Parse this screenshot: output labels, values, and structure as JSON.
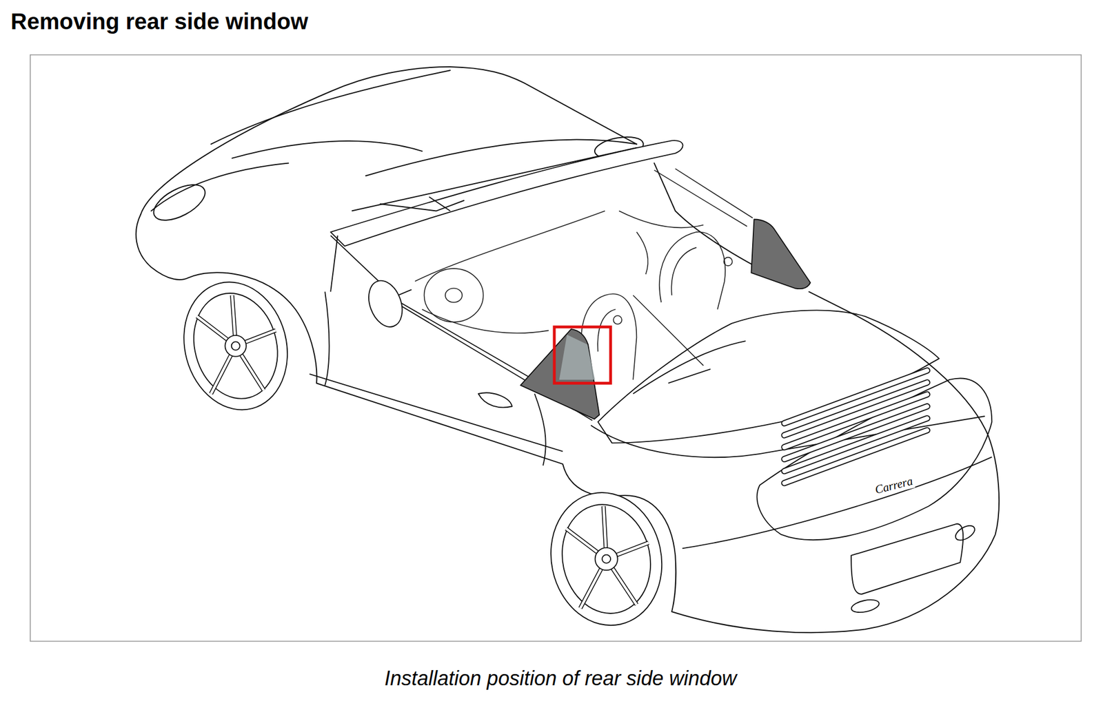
{
  "diagram": {
    "title": "Removing rear side window",
    "caption": "Installation position of rear side window",
    "labels": [
      "Carrera"
    ]
  }
}
